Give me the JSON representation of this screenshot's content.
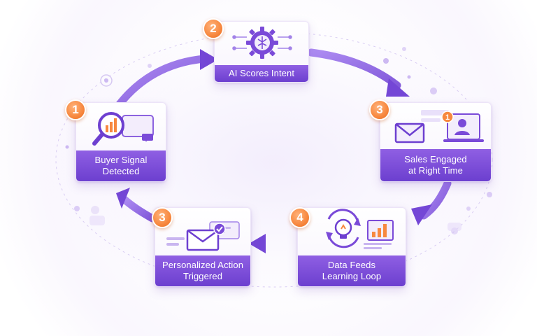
{
  "colors": {
    "accent": "#7a4ad8",
    "band": "#7b4bd9",
    "badge": "#f7883f",
    "arrow": "#8b62e0"
  },
  "steps": [
    {
      "number": "1",
      "line1": "Buyer Signal",
      "line2": "Detected",
      "icon": "magnifier-bar-chart-icon"
    },
    {
      "number": "2",
      "line1": "AI Scores Intent",
      "line2": "",
      "icon": "ai-brain-gear-icon"
    },
    {
      "number": "3",
      "line1": "Sales Engaged",
      "line2": "at Right Time",
      "icon": "email-notification-laptop-icon",
      "notification": "1"
    },
    {
      "number": "4",
      "line1": "Data Feeds",
      "line2": "Learning Loop",
      "icon": "lightbulb-refresh-chart-icon"
    },
    {
      "number": "3",
      "line1": "Personalized Action",
      "line2": "Triggered",
      "icon": "email-check-icon"
    }
  ]
}
